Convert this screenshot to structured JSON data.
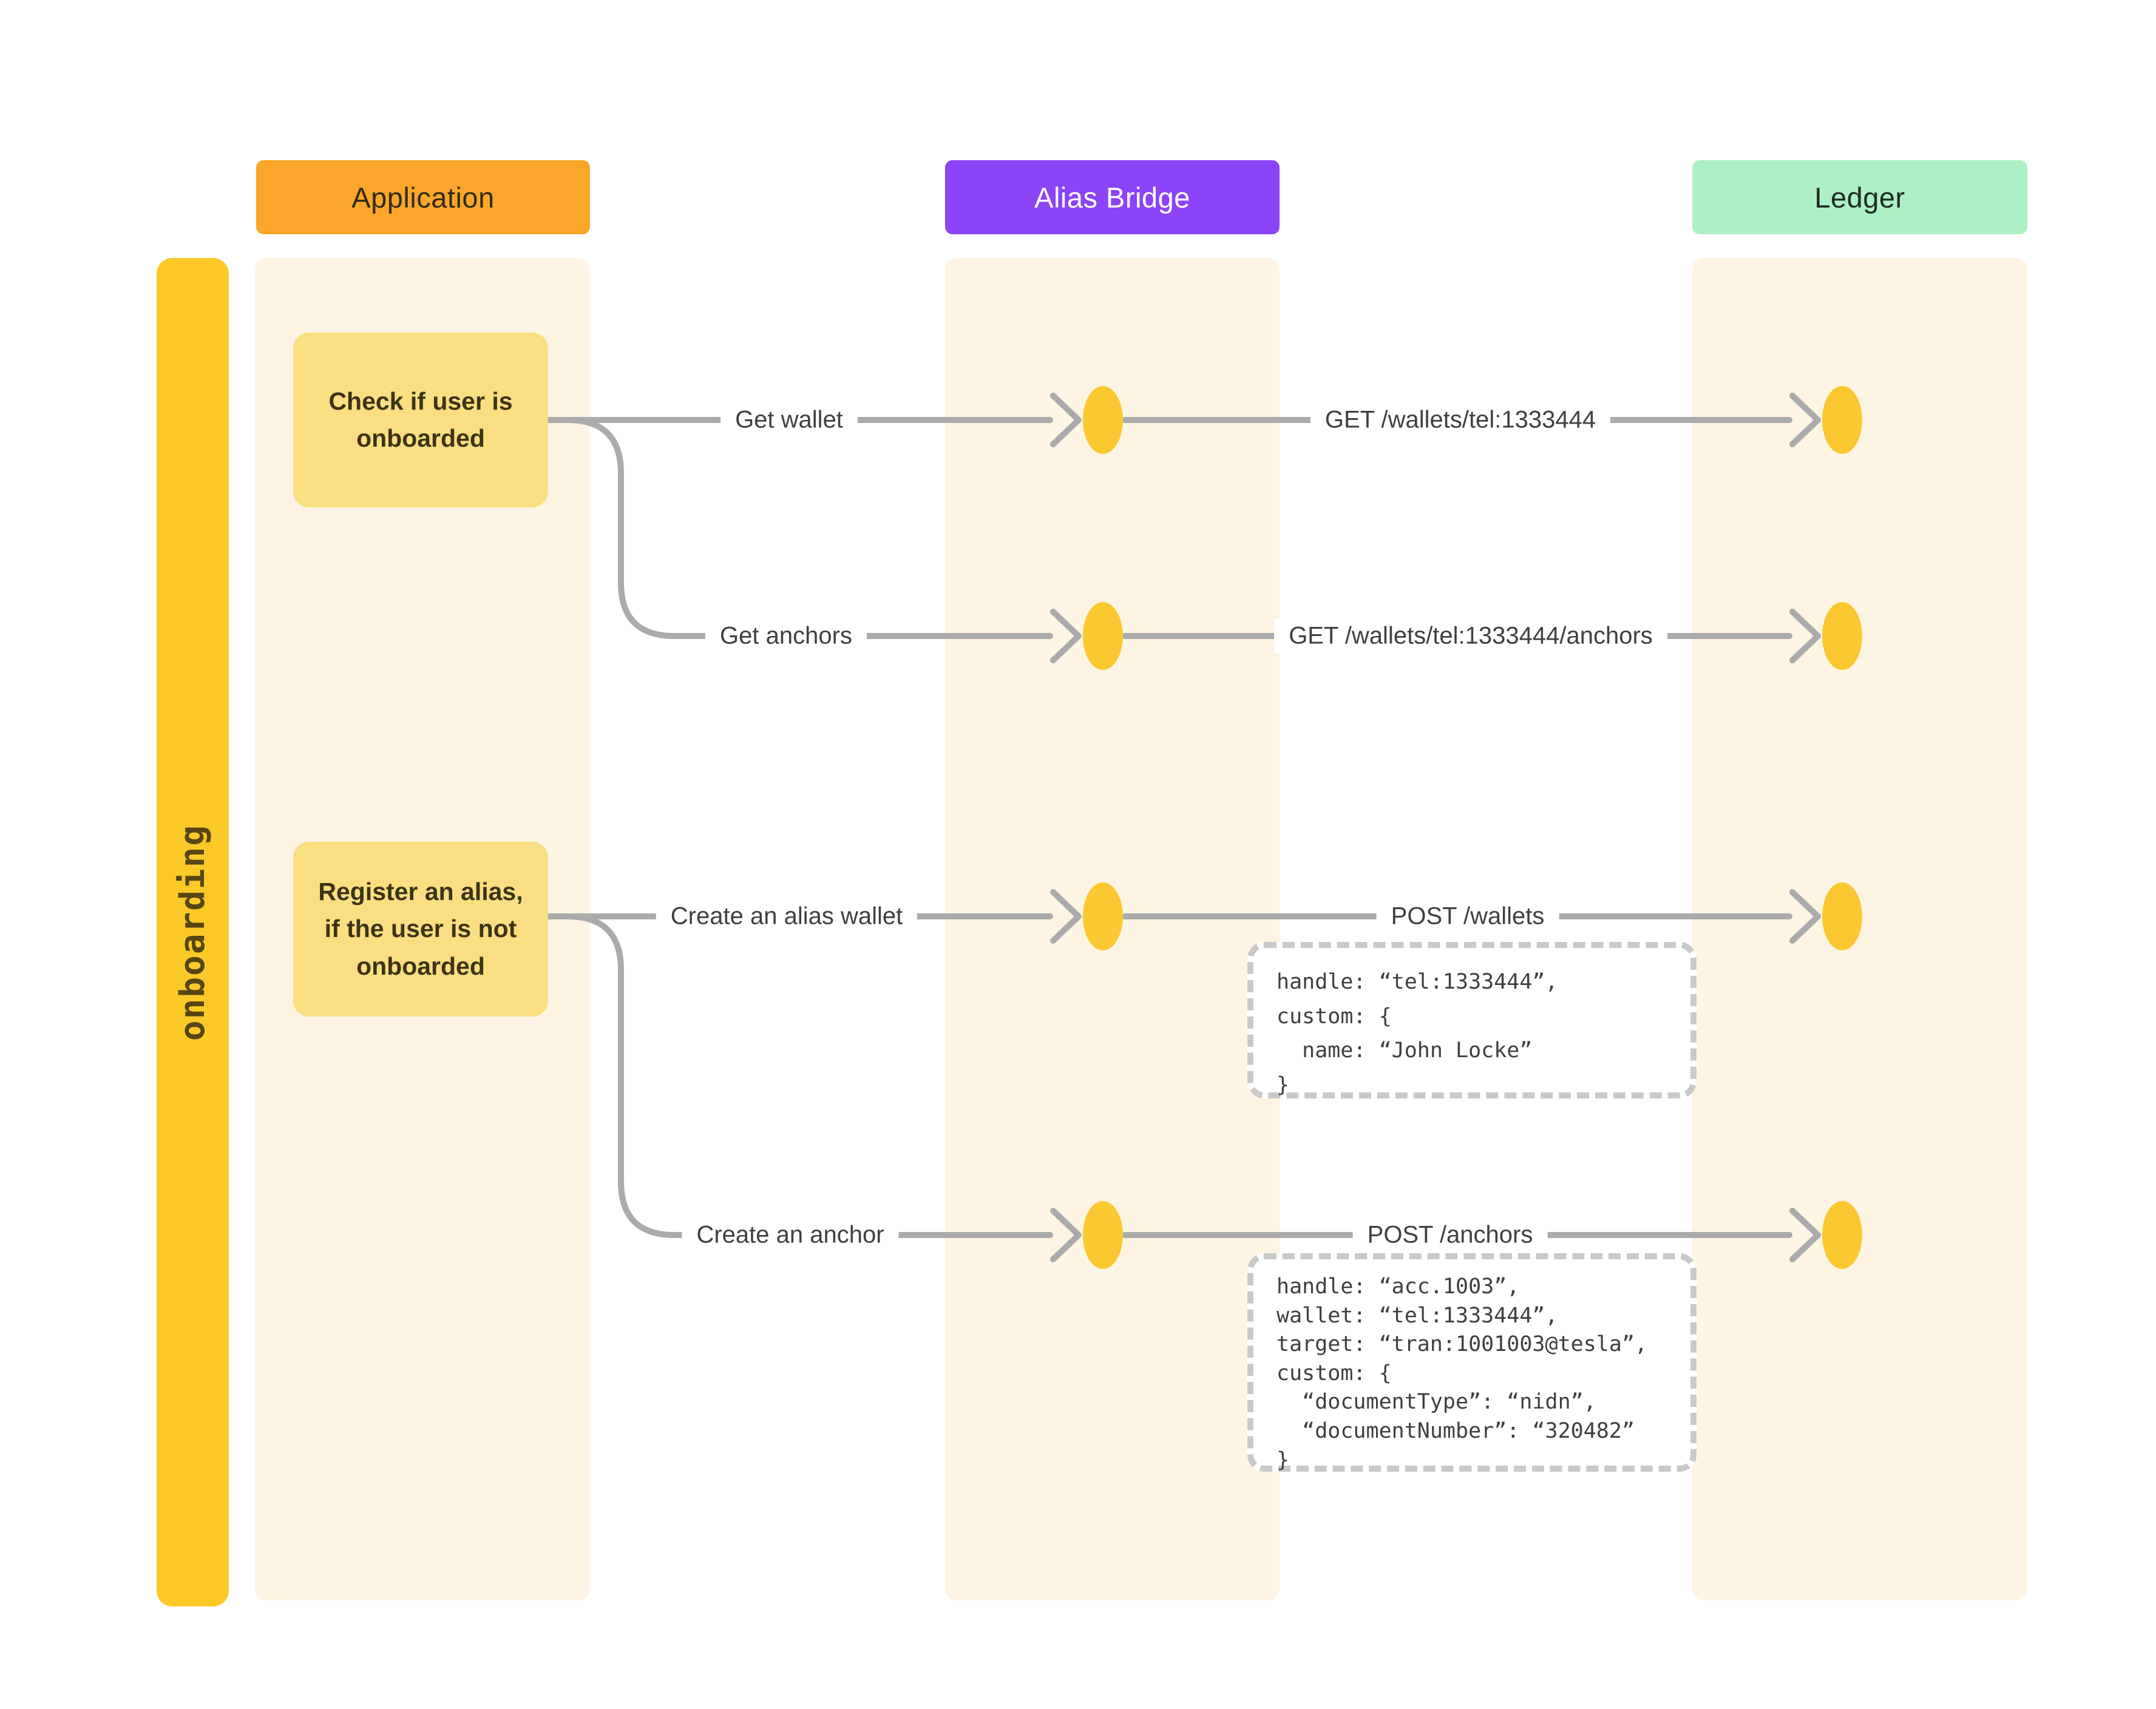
{
  "lanes": [
    {
      "label": "Application",
      "color": "#F9A62B",
      "text_color": "#332B12"
    },
    {
      "label": "Alias Bridge",
      "color": "#8B44F7",
      "text_color": "#FFFFFF"
    },
    {
      "label": "Ledger",
      "color": "#ADF0C4",
      "text_color": "#1F2A24"
    }
  ],
  "phase": {
    "label": "onboarding",
    "color": "#FCC929",
    "text_color": "#574612"
  },
  "notes": [
    {
      "text": "Check if user is onboarded"
    },
    {
      "text": "Register an alias, if the user is not onboarded"
    }
  ],
  "flows": [
    {
      "request": "Get wallet",
      "api_call": "GET /wallets/tel:1333444"
    },
    {
      "request": "Get anchors",
      "api_call": "GET /wallets/tel:1333444/anchors"
    },
    {
      "request": "Create an alias wallet",
      "api_call": "POST /wallets",
      "payload": "handle: “tel:1333444”,\ncustom: {\n  name: “John Locke”\n}"
    },
    {
      "request": "Create an anchor",
      "api_call": "POST /anchors",
      "payload": "handle: “acc.1003”,\nwallet: “tel:1333444”,\ntarget: “tran:1001003@tesla”,\ncustom: {\n  “documentType”: “nidn”,\n  “documentNumber”: “320482”\n}"
    }
  ],
  "colors": {
    "connector": "#ABABAB",
    "node": "#FCC832",
    "sticky": "#FADE82",
    "lane_background": "#FDF4E3",
    "payload_border": "#C9C9C9"
  }
}
